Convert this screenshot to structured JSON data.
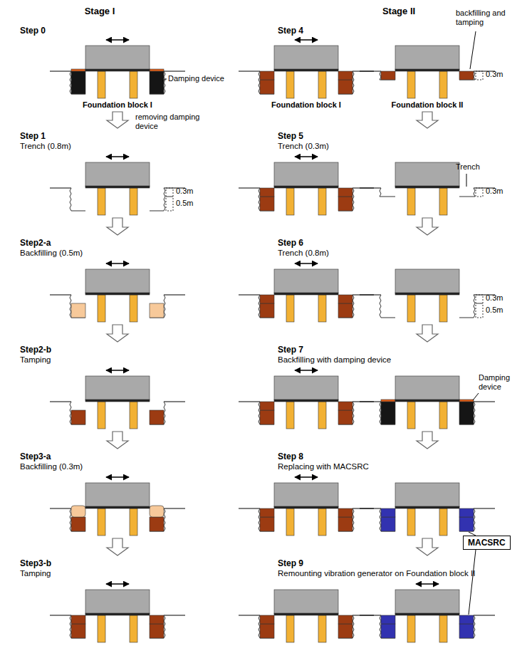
{
  "diagram": {
    "nodes": [
      {
        "text": [
          "MACSRC"
        ]
      }
    ],
    "labels": [
      "Stage I",
      "Step 0",
      "Damping device",
      "Foundation block I",
      "removing damping device",
      "Step 1",
      "Trench (0.8m)",
      "0.3m",
      "0.5m",
      "Step2-a",
      "Backfilling (0.5m)",
      "Step2-b",
      "Tamping",
      "Step3-a",
      "Backfilling (0.3m)",
      "Step3-b",
      "Tamping",
      "Stage II",
      "Step 4",
      "backfilling and tamping",
      "0.3m",
      "Foundation block I",
      "Foundation block II",
      "Step 5",
      "Trench (0.3m)",
      "Trench",
      "0.3m",
      "Step 6",
      "Trench (0.8m)",
      "0.3m",
      "0.5m",
      "Step 7",
      "Backfilling with damping device",
      "Damping device",
      "Step 8",
      "Replacing with MACSRC",
      "Step 9",
      "Remounting vibration generator on Foundation block II"
    ]
  }
}
